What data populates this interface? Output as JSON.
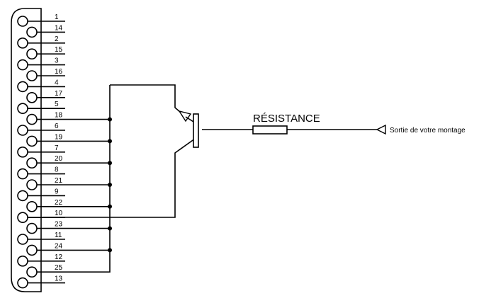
{
  "connector": {
    "pins_top_row": [
      "1",
      "2",
      "3",
      "4",
      "5",
      "6",
      "7",
      "8",
      "9",
      "10",
      "11",
      "12",
      "13"
    ],
    "pins_bottom_row": [
      "14",
      "15",
      "16",
      "17",
      "18",
      "19",
      "20",
      "21",
      "22",
      "23",
      "24",
      "25"
    ]
  },
  "resistor": {
    "label": "RÉSISTANCE"
  },
  "output": {
    "label": "Sortie de votre montage"
  }
}
